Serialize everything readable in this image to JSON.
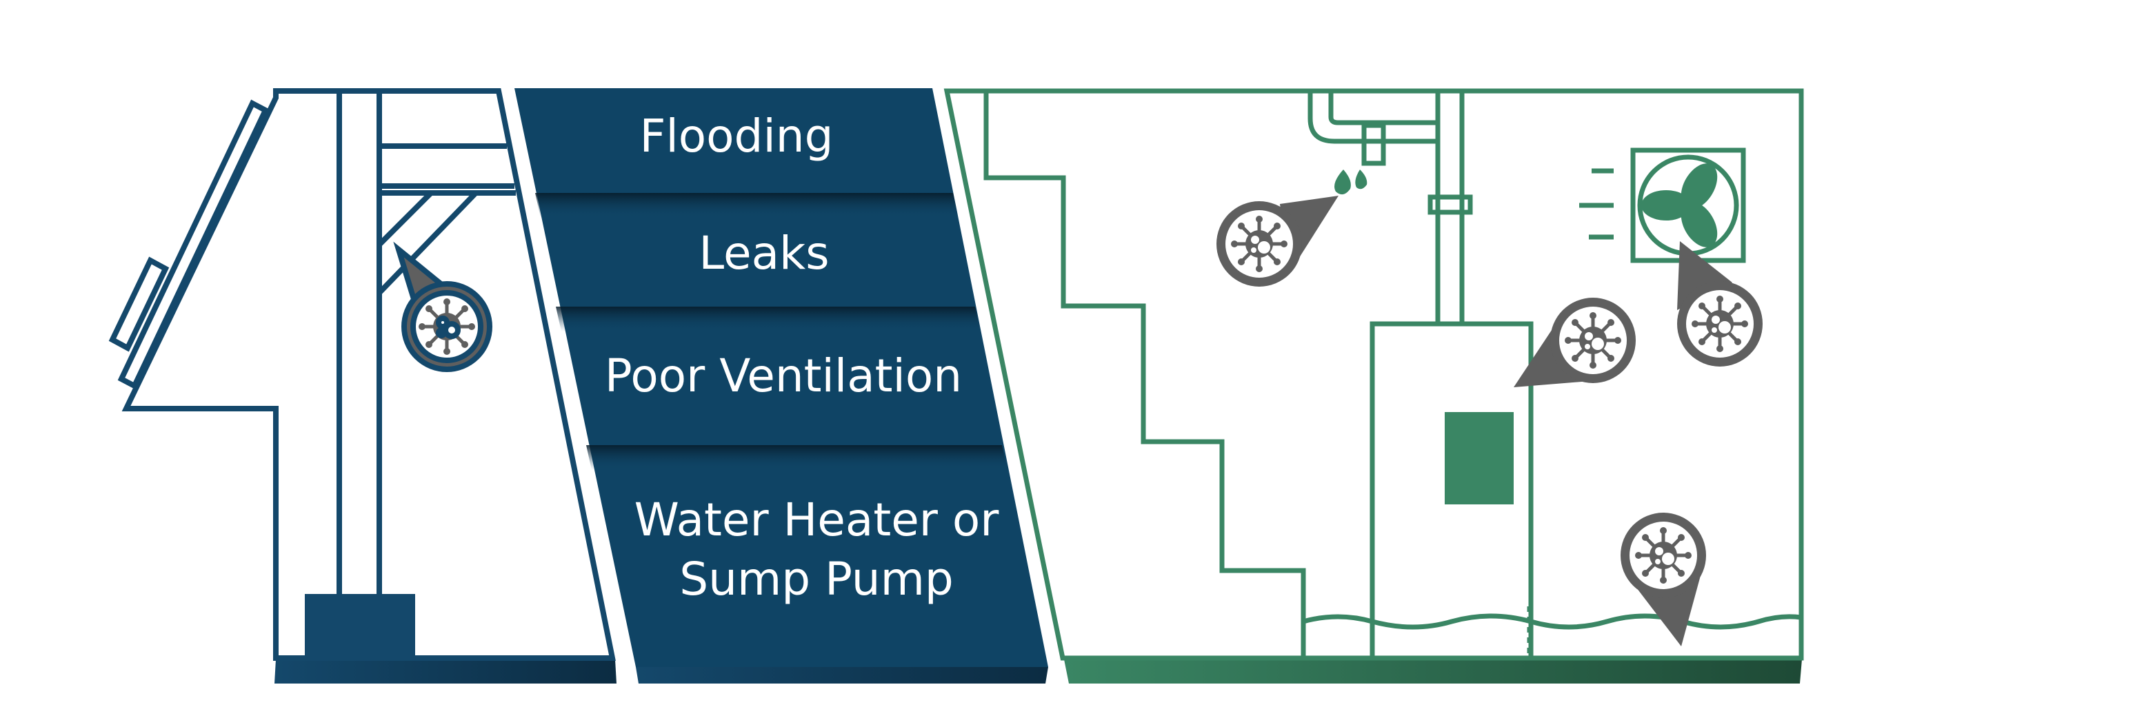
{
  "causes": [
    {
      "lines": [
        "Flooding"
      ]
    },
    {
      "lines": [
        "Leaks"
      ]
    },
    {
      "lines": [
        "Poor Ventilation"
      ]
    },
    {
      "lines": [
        "Water Heater or",
        "Sump Pump"
      ]
    }
  ],
  "colors": {
    "navy": "#14486b",
    "band": "#0f4465",
    "green": "#3a8664",
    "pin": "#5f5f5f",
    "background": "#ffffff"
  },
  "icons": [
    "mold-spore-pin-icon",
    "exhaust-fan-icon",
    "water-drip-icon"
  ]
}
